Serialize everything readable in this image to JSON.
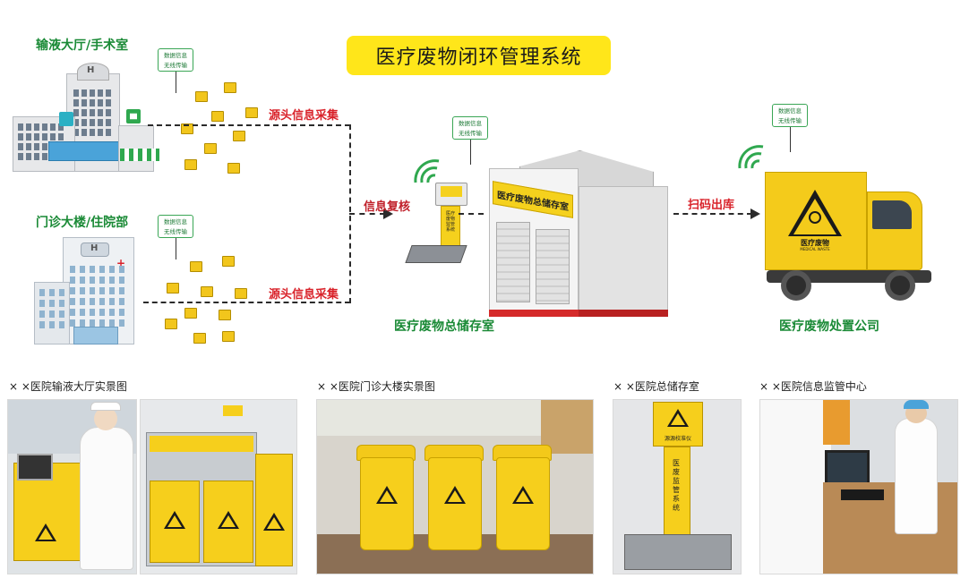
{
  "title": "医疗废物闭环管理系统",
  "sources": [
    {
      "name": "输液大厅/手术室",
      "tag_line1": "数据信息",
      "tag_line2": "无线传输",
      "collect_label": "源头信息采集"
    },
    {
      "name": "门诊大楼/住院部",
      "tag_line1": "数据信息",
      "tag_line2": "无线传输",
      "collect_label": "源头信息采集"
    }
  ],
  "storage": {
    "name": "医疗废物总储存室",
    "sign": "医疗废物总储存室",
    "tag_line1": "数据信息",
    "tag_line2": "无线传输",
    "recheck_label": "信息复核",
    "scale_text": "医疗废物监管系统"
  },
  "disposal": {
    "name": "医疗废物处置公司",
    "tag_line1": "数据信息",
    "tag_line2": "无线传输",
    "scan_label": "扫码出库",
    "truck_sign": "医疗废物",
    "truck_sign_en": "MEDICAL WASTE"
  },
  "photos": [
    {
      "caption": "× ×医院输液大厅实景图"
    },
    {
      "caption": "× ×医院门诊大楼实景图"
    },
    {
      "caption": "× ×医院总储存室",
      "device_label": "源源校准仪",
      "post_text": "医废监管系统"
    },
    {
      "caption": "× ×医院信息监管中心"
    }
  ],
  "colors": {
    "title_bg": "#ffe61a",
    "green": "#1a8a36",
    "red": "#d9222a",
    "waste_yellow": "#f6cf1c"
  }
}
